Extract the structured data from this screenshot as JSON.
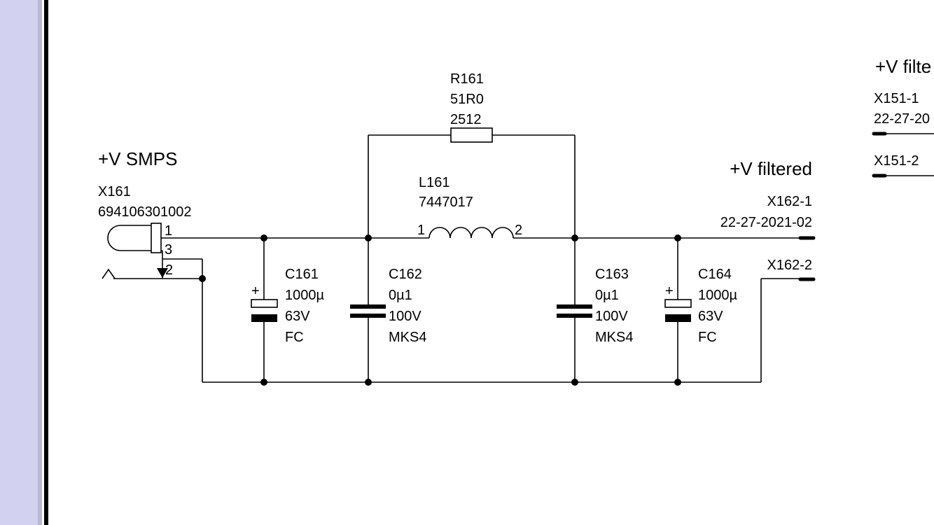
{
  "nets": {
    "input": "+V SMPS",
    "output": "+V filtered",
    "offscreen_partial": "+V filte"
  },
  "connectors": {
    "x161": {
      "ref": "X161",
      "part": "694106301002",
      "pin1": "1",
      "pin3": "3",
      "pin2": "2"
    },
    "x162_1": {
      "ref": "X162-1",
      "part": "22-27-2021-02"
    },
    "x162_2": {
      "ref": "X162-2"
    },
    "x151_1": {
      "ref": "X151-1",
      "part_partial": "22-27-20"
    },
    "x151_2": {
      "ref": "X151-2"
    }
  },
  "resistor": {
    "ref": "R161",
    "value": "51R0",
    "package": "2512"
  },
  "inductor": {
    "ref": "L161",
    "value": "7447017",
    "pin1": "1",
    "pin2": "2"
  },
  "capacitors": {
    "c161": {
      "ref": "C161",
      "value": "1000µ",
      "voltage": "63V",
      "type": "FC",
      "polarity": "+"
    },
    "c162": {
      "ref": "C162",
      "value": "0µ1",
      "voltage": "100V",
      "type": "MKS4"
    },
    "c163": {
      "ref": "C163",
      "value": "0µ1",
      "voltage": "100V",
      "type": "MKS4"
    },
    "c164": {
      "ref": "C164",
      "value": "1000µ",
      "voltage": "63V",
      "type": "FC",
      "polarity": "+"
    }
  }
}
